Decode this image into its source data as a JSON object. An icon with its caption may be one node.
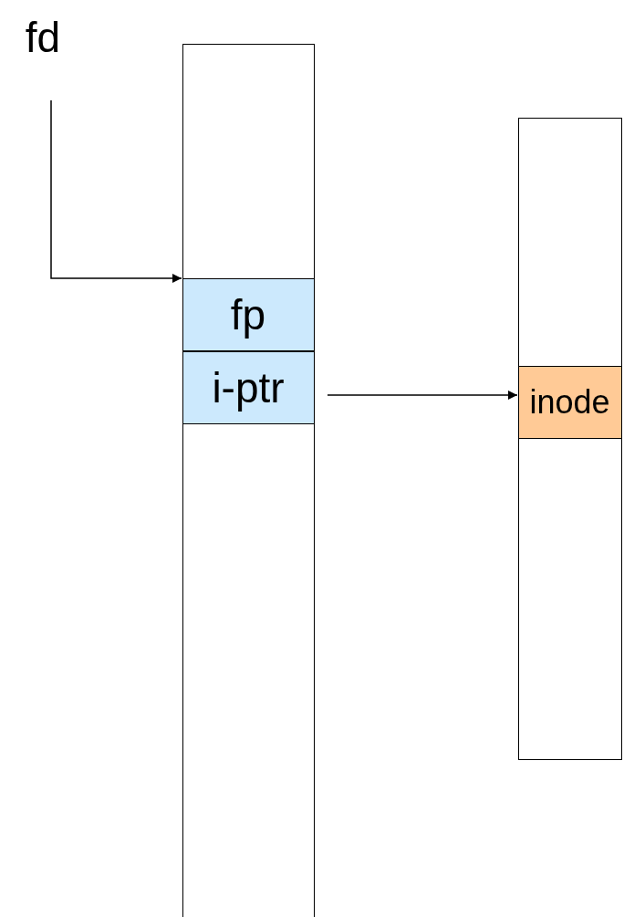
{
  "diagram": {
    "nodes": [
      {
        "text": [
          "fd"
        ]
      },
      {
        "text": [],
        "shape": "box"
      },
      {
        "text": [
          "fp"
        ],
        "in": 1
      },
      {
        "text": [
          "i-ptr"
        ],
        "in": 1
      },
      {
        "text": [],
        "shape": "box"
      },
      {
        "text": [
          "inode"
        ],
        "in": 4
      }
    ],
    "edges": [
      {
        "from": 0,
        "to": 2,
        "arrow": "to"
      },
      {
        "from": 3,
        "to": 5,
        "arrow": "to"
      }
    ]
  }
}
